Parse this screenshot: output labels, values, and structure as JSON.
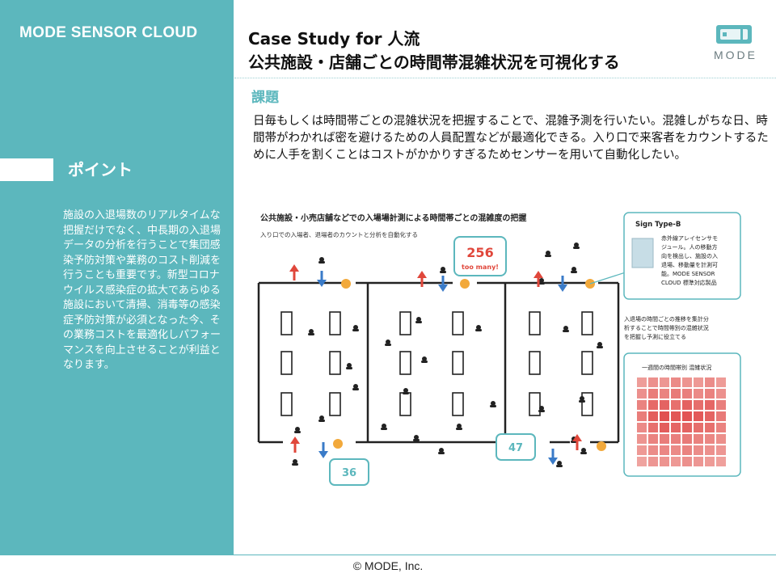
{
  "sidebar": {
    "brand": "MODE SENSOR CLOUD",
    "point_label": "ポイント",
    "point_text": "施設の入退場数のリアルタイムな把握だけでなく、中長期の入退場データの分析を行うことで集団感染予防対策や業務のコスト削減を行うことも重要です。新型コロナウイルス感染症の拡大であらゆる施設において清掃、消毒等の感染症予防対策が必須となった今、その業務コストを最適化しパフォーマンスを向上させることが利益となります。"
  },
  "header": {
    "title_line1": "Case Study for 人流",
    "title_line2": "公共施設・店舗ごとの時間帯混雑状況を可視化する",
    "logo_text": "MODE"
  },
  "section": {
    "title": "課題",
    "body": "日毎もしくは時間帯ごとの混雑状況を把握することで、混雑予測を行いたい。混雑しがちな日、時間帯がわかれば密を避けるための人員配置などが最適化できる。入り口で来客者をカウントするために人手を割くことはコストがかかりすぎるためセンサーを用いて自動化したい。"
  },
  "diagram": {
    "title": "公共施設・小売店舗などでの入場場計測による時間帯ごとの混雑度の把握",
    "subtitle": "入り口での入場者、退場者のカウントと分析を自動化する",
    "count_top": "256",
    "count_top_note": "too many!",
    "count_bottom_left": "36",
    "count_bottom_right": "47",
    "sensor_card": {
      "title": "Sign Type-B",
      "lines": [
        "赤外線アレイセンサモ",
        "ジュール。人の移動方",
        "向を検出し、施設の入",
        "退場、移動量を計測可",
        "能。MODE SENSOR",
        "CLOUD 標準対応製品"
      ]
    },
    "analysis_text": [
      "入退場の時間ごとの推移を集計分",
      "析することで時間帯別の混雑状況",
      "を把握し予測に役立てる"
    ],
    "heatmap_title": "一週間の時間帯別 混雑状況",
    "heatmap": [
      [
        0.35,
        0.45,
        0.4,
        0.5,
        0.42,
        0.38,
        0.48,
        0.36
      ],
      [
        0.45,
        0.6,
        0.55,
        0.62,
        0.58,
        0.5,
        0.56,
        0.44
      ],
      [
        0.55,
        0.75,
        0.8,
        0.7,
        0.82,
        0.72,
        0.78,
        0.58
      ],
      [
        0.6,
        0.85,
        0.95,
        0.9,
        0.92,
        0.88,
        0.8,
        0.62
      ],
      [
        0.5,
        0.7,
        0.85,
        0.78,
        0.8,
        0.72,
        0.7,
        0.55
      ],
      [
        0.42,
        0.55,
        0.6,
        0.58,
        0.62,
        0.56,
        0.52,
        0.46
      ],
      [
        0.38,
        0.48,
        0.52,
        0.5,
        0.55,
        0.48,
        0.45,
        0.4
      ],
      [
        0.3,
        0.4,
        0.42,
        0.38,
        0.45,
        0.4,
        0.36,
        0.32
      ]
    ],
    "colors": {
      "teal": "#5cb7bd",
      "red": "#e0473b",
      "blue": "#3a7bc8",
      "orange": "#f2a93b",
      "heat_high": "#e04a4a",
      "heat_low": "#f6c9c3"
    }
  },
  "footer": {
    "copyright": "© MODE, Inc."
  }
}
